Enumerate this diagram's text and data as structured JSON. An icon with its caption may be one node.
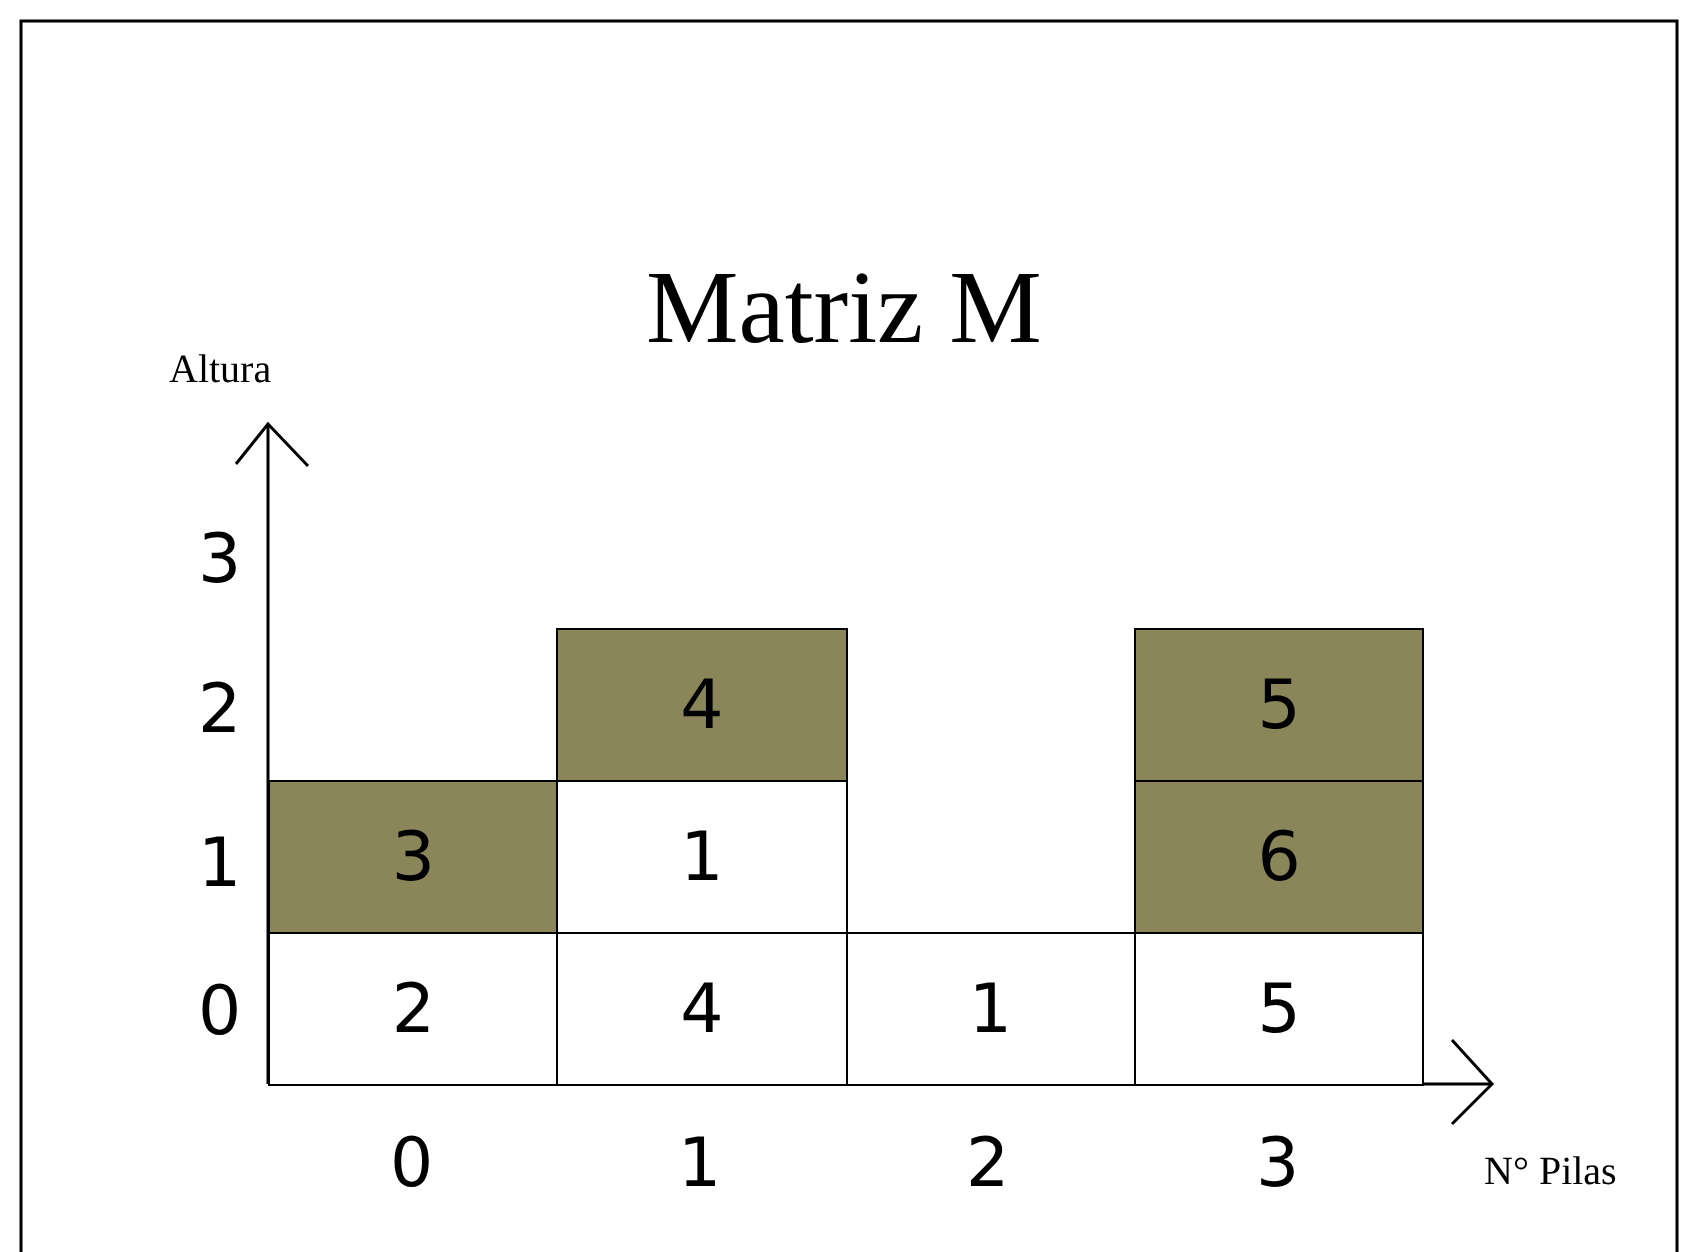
{
  "diagram": {
    "title": "Matriz M",
    "nodes": [
      {
        "text": [
          "4"
        ]
      },
      {
        "text": [
          "5"
        ]
      },
      {
        "text": [
          "3"
        ]
      },
      {
        "text": [
          "1"
        ]
      },
      {
        "text": [
          "6"
        ]
      },
      {
        "text": [
          "2"
        ]
      },
      {
        "text": [
          "4"
        ]
      },
      {
        "text": [
          "1"
        ]
      },
      {
        "text": [
          "5"
        ]
      }
    ],
    "labels": [
      "Altura",
      "3",
      "2",
      "1",
      "0",
      "0",
      "1",
      "2",
      "3",
      "N° Pilas"
    ]
  }
}
